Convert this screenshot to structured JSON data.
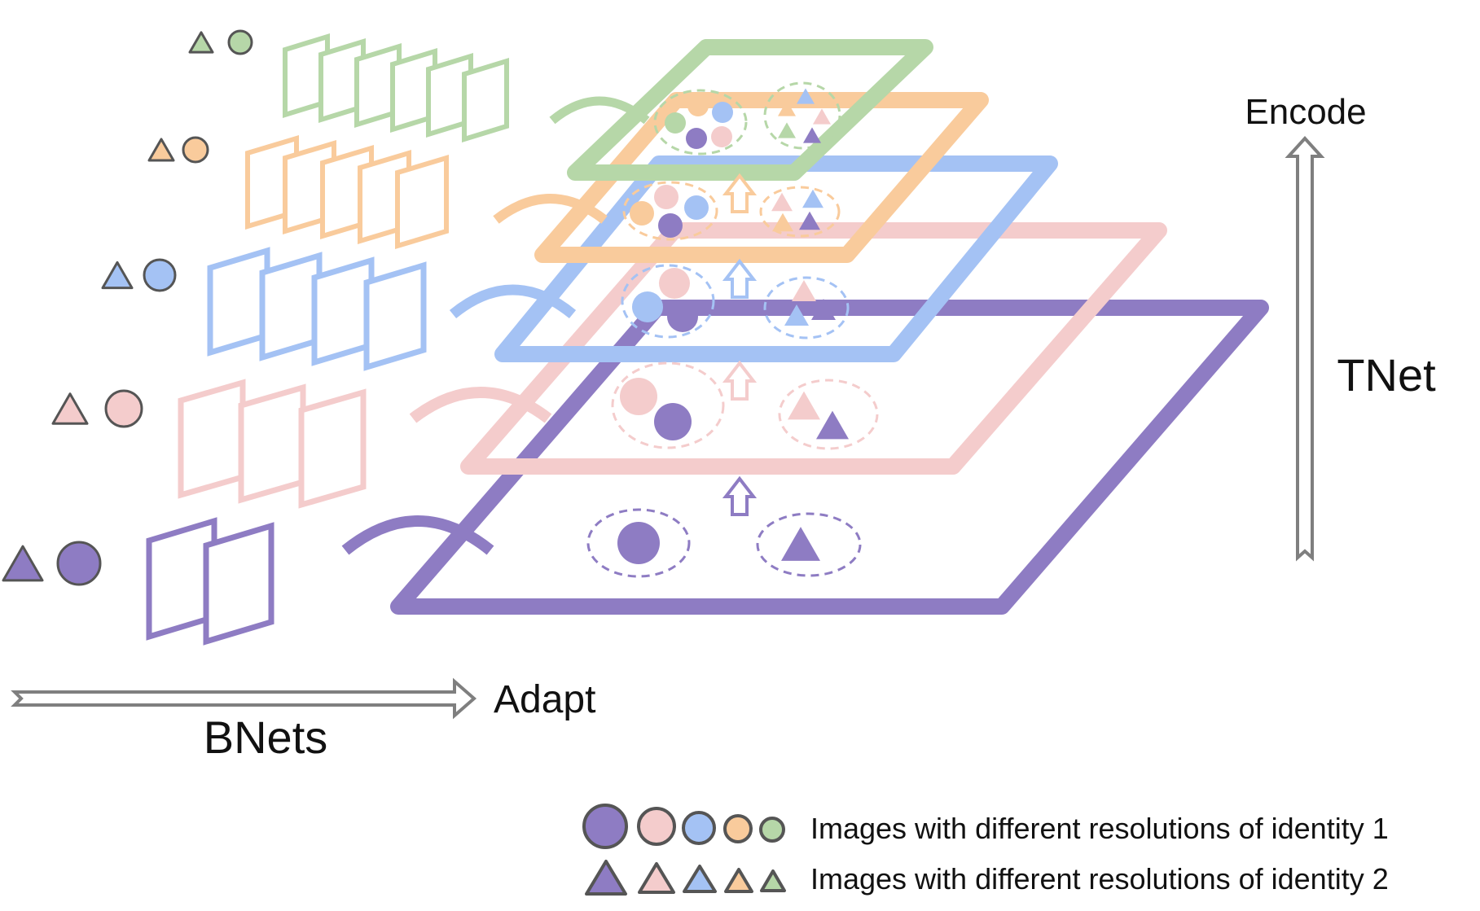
{
  "labels": {
    "encode": "Encode",
    "tnet": "TNet",
    "adapt": "Adapt",
    "bnets": "BNets"
  },
  "legend": {
    "identity1": "Images with different resolutions of identity 1",
    "identity2": "Images with different resolutions of identity 2"
  },
  "colors": {
    "purple": "#8e7cc3",
    "pink": "#f4cccc",
    "blue": "#a4c2f4",
    "orange": "#f9cb9c",
    "green": "#b6d7a8",
    "arrow_gray": "#7f7f7f",
    "outline_gray": "#555555"
  },
  "levels": [
    {
      "name": "purple",
      "color": "#8e7cc3",
      "frame_count": 2
    },
    {
      "name": "pink",
      "color": "#f4cccc",
      "frame_count": 3
    },
    {
      "name": "blue",
      "color": "#a4c2f4",
      "frame_count": 4
    },
    {
      "name": "orange",
      "color": "#f9cb9c",
      "frame_count": 5
    },
    {
      "name": "green",
      "color": "#b6d7a8",
      "frame_count": 6
    }
  ]
}
